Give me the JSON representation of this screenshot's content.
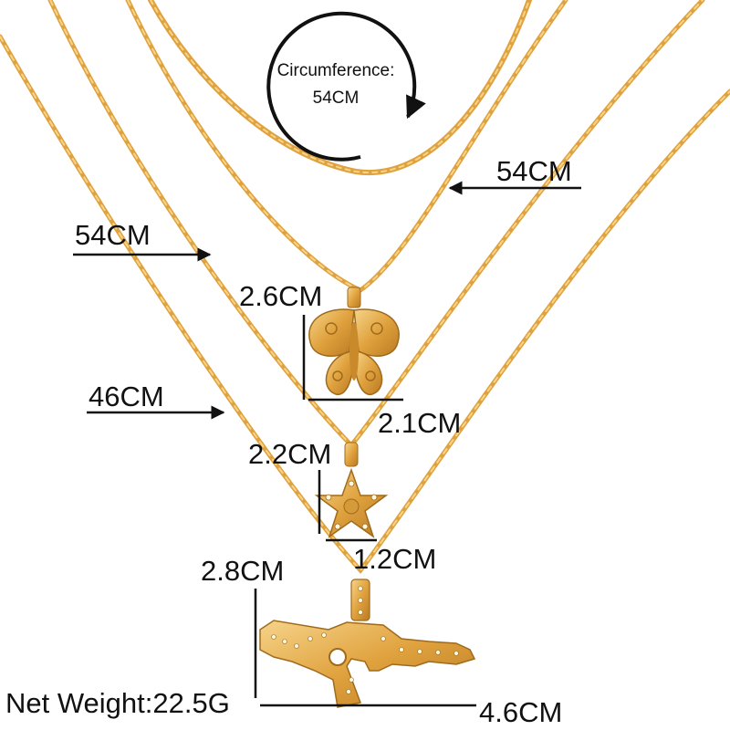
{
  "colors": {
    "background": "#ffffff",
    "gold_light": "#f3c66b",
    "gold_mid": "#e0a23e",
    "gold_dark": "#b97a22",
    "ink": "#111111"
  },
  "circumference": {
    "label": "Circumference:",
    "value": "54CM"
  },
  "chains": {
    "chain_1": "54CM",
    "chain_2": "54CM",
    "chain_3": "46CM"
  },
  "pendants": {
    "butterfly": {
      "height": "2.6CM",
      "width": "2.1CM"
    },
    "star": {
      "height": "2.2CM",
      "width": "1.2CM"
    },
    "rifle": {
      "height": "2.8CM",
      "width": "4.6CM"
    }
  },
  "net_weight": "Net Weight:22.5G"
}
